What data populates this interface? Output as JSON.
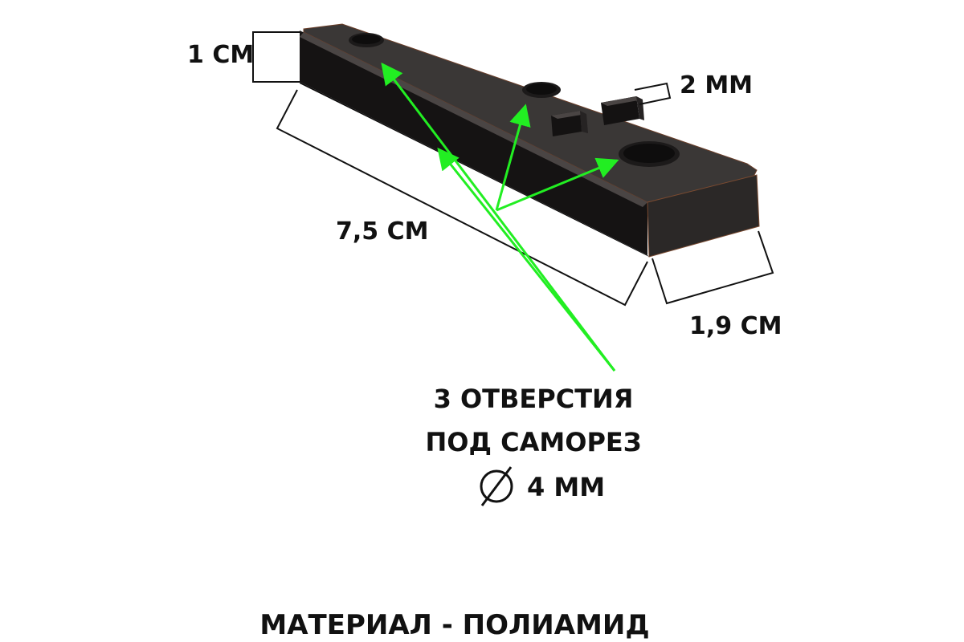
{
  "dimensions": {
    "height": "1 СМ",
    "length": "7,5 СМ",
    "width": "1,9 СМ",
    "tab": "2 ММ"
  },
  "holes_note": {
    "line1": "3 ОТВЕРСТИЯ",
    "line2": "ПОД САМОРЕЗ",
    "diameter": "4 ММ"
  },
  "material": "МАТЕРИАЛ - ПОЛИАМИД",
  "colors": {
    "part_top": "#3a3736",
    "part_front": "#151313",
    "part_end": "#2b2827",
    "part_edge": "#8a4a2a",
    "arrow": "#22ee22",
    "dimension_line": "#111111"
  }
}
